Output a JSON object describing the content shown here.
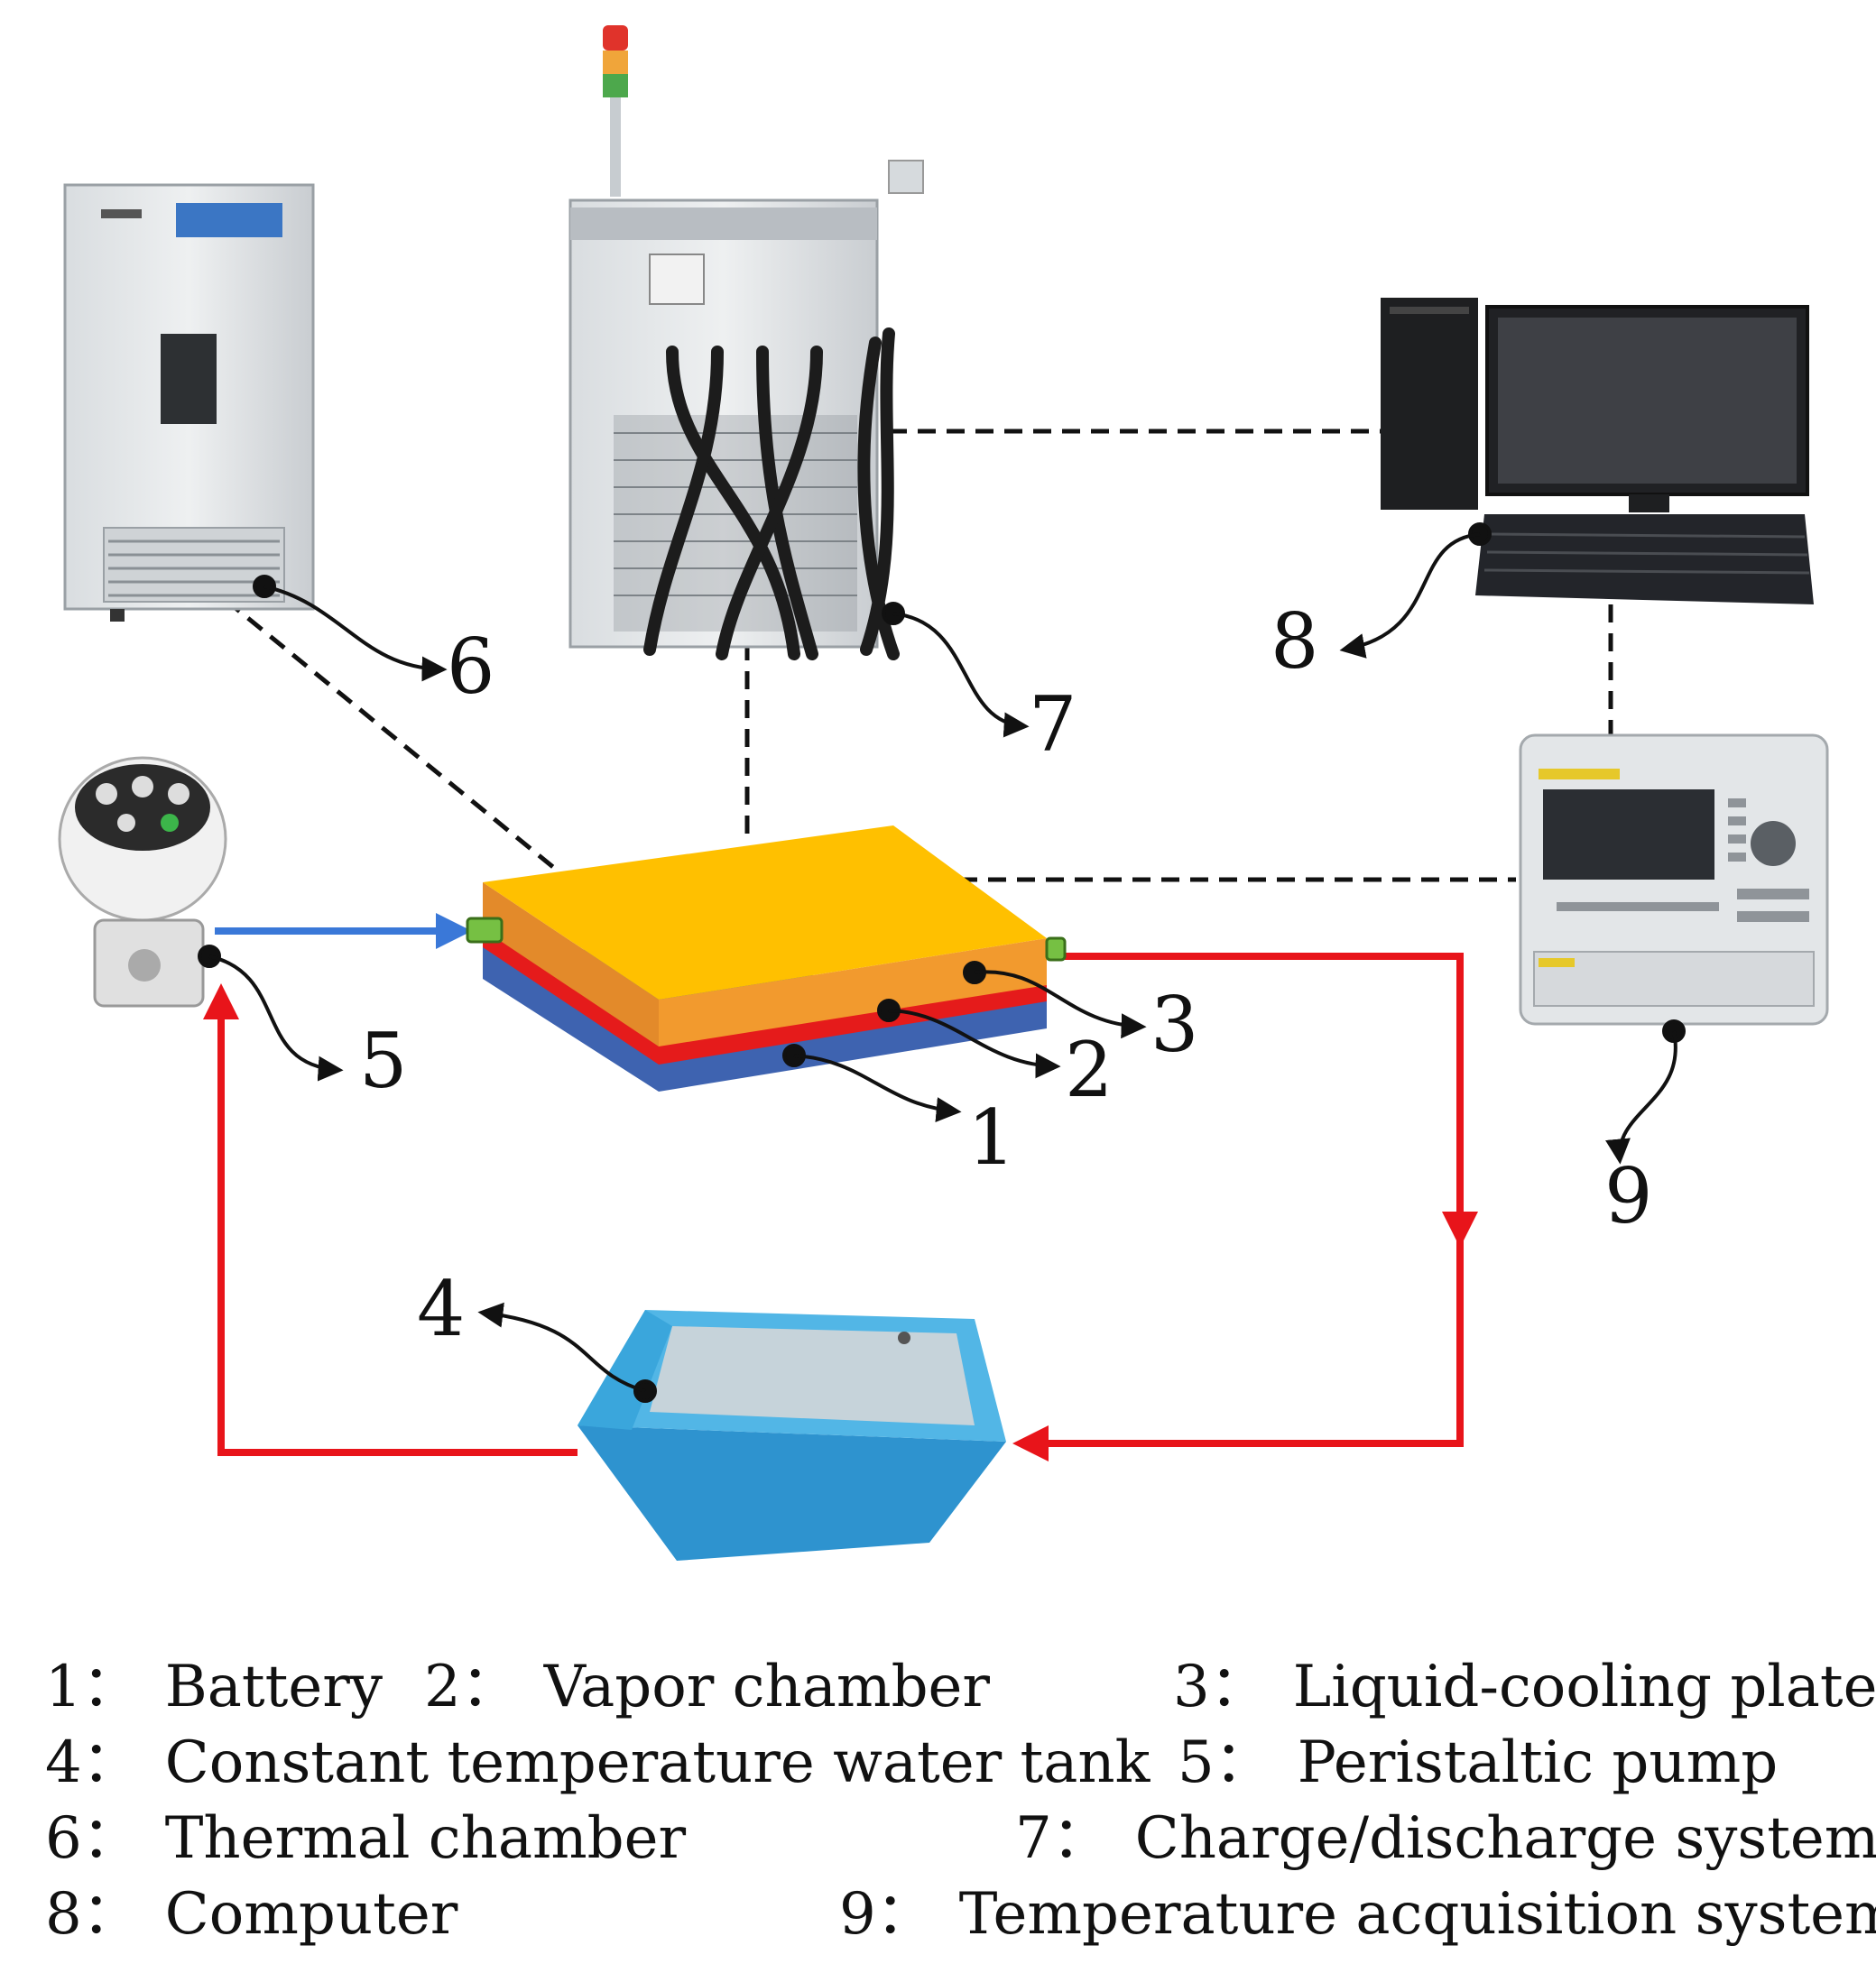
{
  "components": {
    "c1": {
      "number": "1",
      "name": "Battery"
    },
    "c2": {
      "number": "2",
      "name": "Vapor chamber"
    },
    "c3": {
      "number": "3",
      "name": "Liquid-cooling plate"
    },
    "c4": {
      "number": "4",
      "name": "Constant temperature water tank"
    },
    "c5": {
      "number": "5",
      "name": "Peristaltic pump"
    },
    "c6": {
      "number": "6",
      "name": "Thermal chamber"
    },
    "c7": {
      "number": "7",
      "name": "Charge/discharge system"
    },
    "c8": {
      "number": "8",
      "name": "Computer"
    },
    "c9": {
      "number": "9",
      "name": "Temperature acquisition system"
    }
  },
  "legend_separator": "：",
  "colors": {
    "hot_flow": "#e8141a",
    "cold_flow": "#3a78d8",
    "battery": "#3e63b0",
    "vapor_chamber": "#e51b1b",
    "cooling_plate_top": "#ffc000",
    "cooling_plate_side": "#f29a2e",
    "water_tank": "#3aa6dc",
    "signal_line": "#111111"
  }
}
